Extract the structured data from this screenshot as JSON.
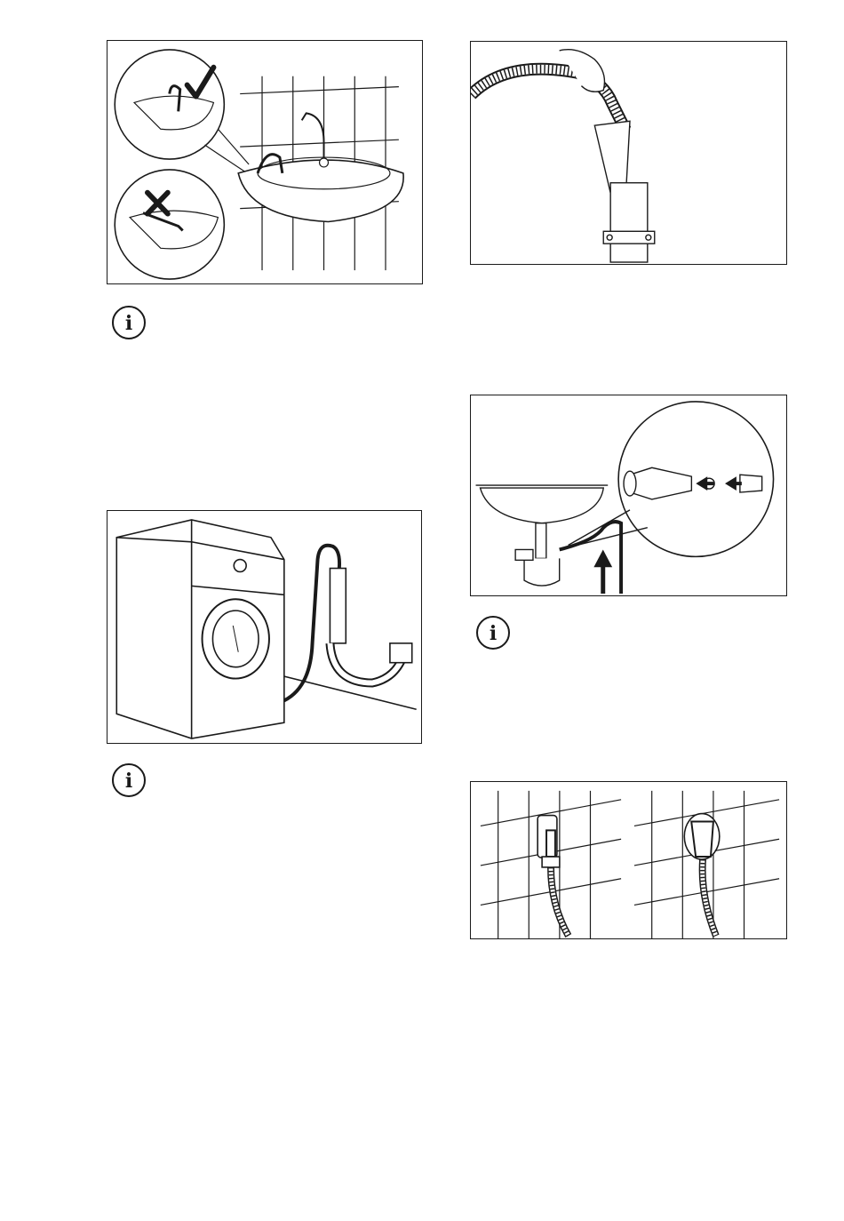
{
  "page": {
    "background": "#ffffff",
    "ink": "#1a1a1a"
  },
  "figures": [
    {
      "name": "figure-sink-hose-placement",
      "icons": [
        "checkmark-icon",
        "cross-icon"
      ]
    },
    {
      "name": "figure-hose-into-standpipe",
      "icons": []
    },
    {
      "name": "figure-sink-drain-connection",
      "icons": [
        "arrow-up-icon",
        "arrow-left-icon"
      ]
    },
    {
      "name": "figure-machine-drain-hose",
      "icons": []
    },
    {
      "name": "figure-wall-drain-outlets",
      "icons": []
    }
  ],
  "info_notes": [
    {
      "icon": "info-icon",
      "glyph": "i"
    },
    {
      "icon": "info-icon",
      "glyph": "i"
    },
    {
      "icon": "info-icon",
      "glyph": "i"
    }
  ]
}
